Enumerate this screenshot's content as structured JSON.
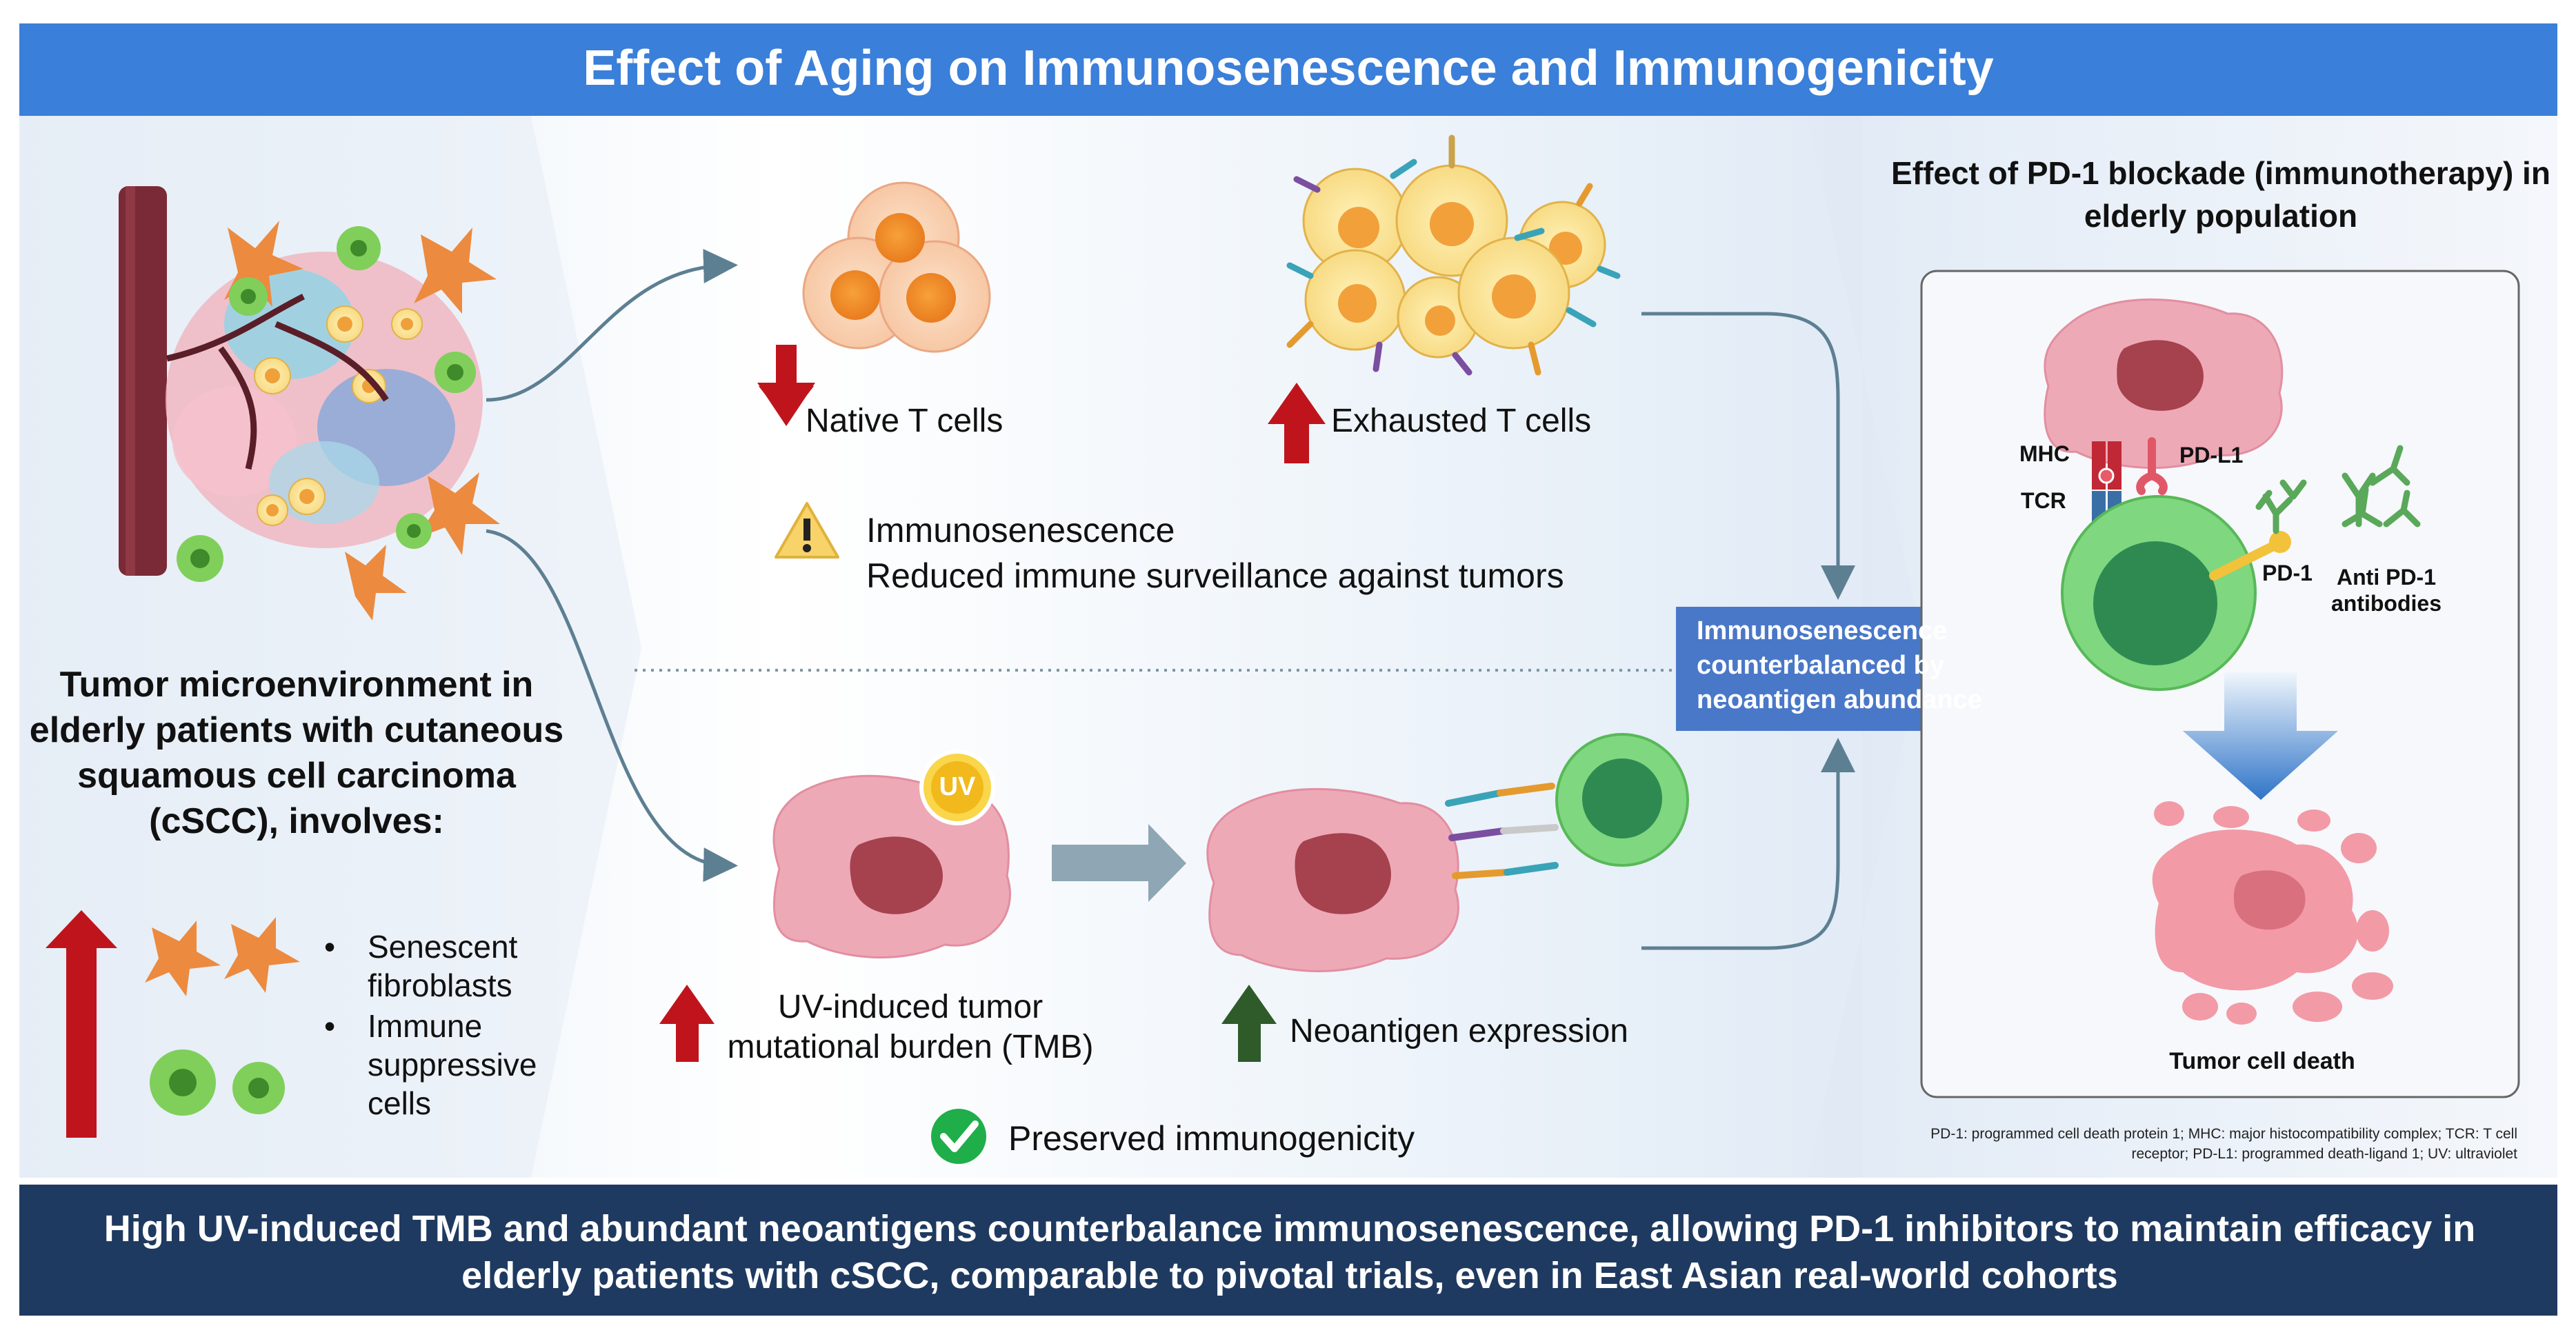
{
  "header": {
    "title": "Effect of Aging on Immunosenescence and Immunogenicity"
  },
  "left_panel": {
    "tme_text": "Tumor microenvironment in elderly patients with cutaneous squamous cell carcinoma (cSCC), involves:",
    "bullet_1": "Senescent fibroblasts",
    "bullet_2": "Immune suppressive cells"
  },
  "middle_top": {
    "native_label": "Native T cells",
    "exhausted_label": "Exhausted T cells",
    "warning_line_1": "Immunosenescence",
    "warning_line_2": "Reduced immune surveillance against tumors"
  },
  "middle_bottom": {
    "uv_badge": "UV",
    "tmb_label": "UV-induced tumor mutational burden (TMB)",
    "neoantigen_label": "Neoantigen expression",
    "preserved_label": "Preserved immunogenicity"
  },
  "callout": {
    "text": "Immunosenescence counterbalanced by neoantigen abundance"
  },
  "right_panel": {
    "title": "Effect of PD-1 blockade (immunotherapy) in elderly population",
    "mhc": "MHC",
    "tcr": "TCR",
    "pdl1": "PD-L1",
    "pd1": "PD-1",
    "antibodies": "Anti PD-1 antibodies",
    "death_label": "Tumor cell death",
    "footnote": "PD-1: programmed cell death protein 1; MHC: major histocompatibility complex; TCR: T cell receptor; PD-L1: programmed death-ligand 1; UV: ultraviolet"
  },
  "footer": {
    "text": "High UV-induced TMB and abundant neoantigens counterbalance immunosenescence, allowing PD-1 inhibitors to maintain efficacy in elderly patients with cSCC, comparable to pivotal trials, even in East Asian real-world cohorts"
  },
  "colors": {
    "header_blue": "#3a7fd9",
    "footer_navy": "#1f3a60",
    "callout_blue": "#4a78c8",
    "arrow_red": "#c0141c",
    "arrow_green": "#2f5a2a",
    "tumor_pink": "#eea9b6",
    "tumor_nucleus": "#a5424e",
    "t_cell_green": "#7fd87f",
    "connector": "#5d7f92"
  }
}
